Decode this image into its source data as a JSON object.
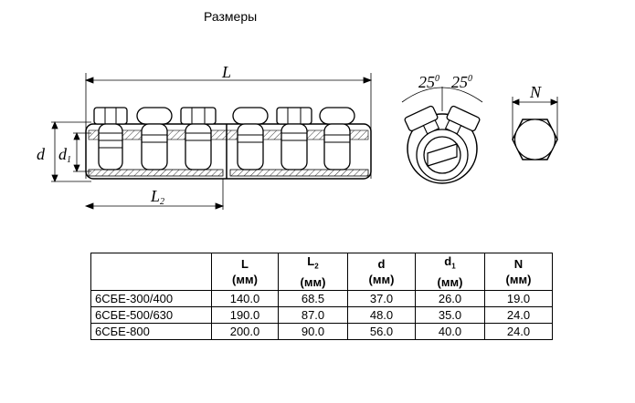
{
  "title": "Размеры",
  "drawing_labels": {
    "L": "L",
    "L2": "L",
    "L2_sub": "2",
    "d": "d",
    "d1": "d",
    "d1_sub": "1",
    "angle_left": "25",
    "angle_right": "25",
    "angle_unit": "0",
    "N": "N"
  },
  "table": {
    "headers": [
      {
        "main": "",
        "sub": "",
        "unit": ""
      },
      {
        "main": "L",
        "sub": "",
        "unit": "(мм)"
      },
      {
        "main": "L",
        "sub": "2",
        "unit": "(мм)"
      },
      {
        "main": "d",
        "sub": "",
        "unit": "(мм)"
      },
      {
        "main": "d",
        "sub": "1",
        "unit": "(мм)"
      },
      {
        "main": "N",
        "sub": "",
        "unit": "(мм)"
      }
    ],
    "rows": [
      {
        "name": "6СБЕ-300/400",
        "L": "140.0",
        "L2": "68.5",
        "d": "37.0",
        "d1": "26.0",
        "N": "19.0"
      },
      {
        "name": "6СБЕ-500/630",
        "L": "190.0",
        "L2": "87.0",
        "d": "48.0",
        "d1": "35.0",
        "N": "24.0"
      },
      {
        "name": "6СБЕ-800",
        "L": "200.0",
        "L2": "90.0",
        "d": "56.0",
        "d1": "40.0",
        "N": "24.0"
      }
    ]
  }
}
